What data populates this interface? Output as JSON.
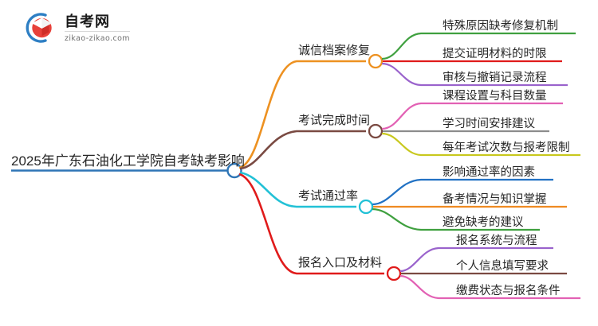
{
  "logo": {
    "name": "自考网",
    "domain": "zikao-zikao.com",
    "mark_icon": "graduation-cap-icon",
    "arc_color": "#2e7fc4",
    "cap_color": "#e0392f"
  },
  "mindmap": {
    "type": "mindmap",
    "root": {
      "label": "2025年广东石油化工学院自考缺考影响",
      "color": "#2e75b6"
    },
    "branches": [
      {
        "label": "诚信档案修复",
        "color": "#ed9121",
        "children": [
          {
            "label": "特殊原因缺考修复机制",
            "color": "#3fa03f"
          },
          {
            "label": "提交证明材料的时限",
            "color": "#e01b1b"
          },
          {
            "label": "审核与撤销记录流程",
            "color": "#9a63cc"
          }
        ]
      },
      {
        "label": "考试完成时间",
        "color": "#7a4a42",
        "children": [
          {
            "label": "课程设置与科目数量",
            "color": "#e261b4"
          },
          {
            "label": "学习时间安排建议",
            "color": "#8c8c8c"
          },
          {
            "label": "每年考试次数与报考限制",
            "color": "#c8c81e"
          }
        ]
      },
      {
        "label": "考试通过率",
        "color": "#22c1d6",
        "children": [
          {
            "label": "影响通过率的因素",
            "color": "#2272c4"
          },
          {
            "label": "备考情况与知识掌握",
            "color": "#ef8a22"
          },
          {
            "label": "避免缺考的建议",
            "color": "#3fa03f"
          }
        ]
      },
      {
        "label": "报名入口及材料",
        "color": "#e01b1b",
        "children": [
          {
            "label": "报名系统与流程",
            "color": "#9a63cc"
          },
          {
            "label": "个人信息填写要求",
            "color": "#7a4a42"
          },
          {
            "label": "缴费状态与报名条件",
            "color": "#e261b4"
          }
        ]
      }
    ]
  }
}
